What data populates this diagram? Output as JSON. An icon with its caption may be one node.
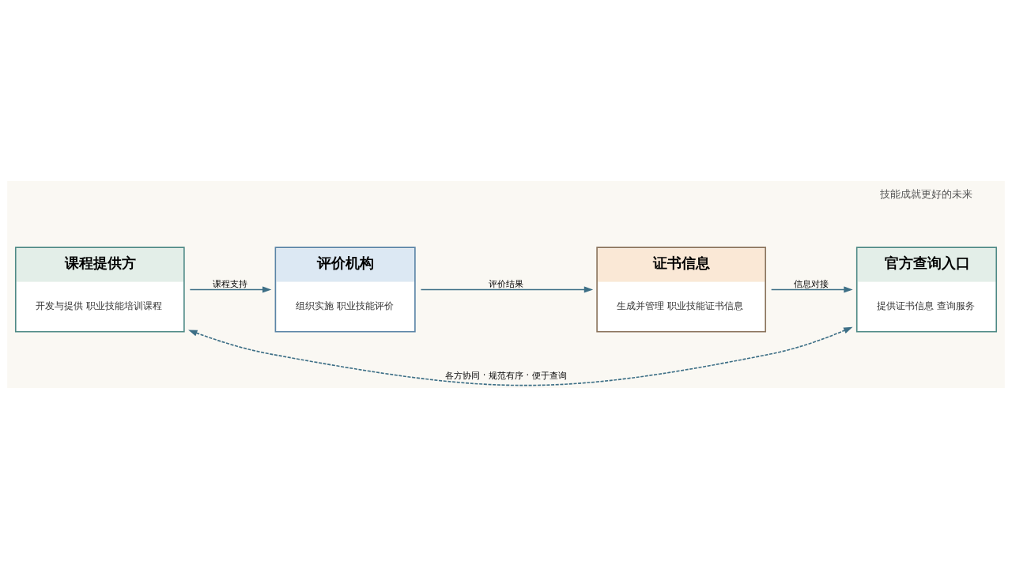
{
  "diagram": {
    "nodes": [
      {
        "text": [
          "课程提供方",
          "开发与提供 职业技能培训课程"
        ]
      },
      {
        "text": [
          "评价机构",
          "组织实施 职业技能评价"
        ]
      },
      {
        "text": [
          "证书信息",
          "生成并管理 职业技能证书信息"
        ]
      },
      {
        "text": [
          "官方查询入口",
          "提供证书信息 查询服务"
        ]
      }
    ],
    "edges": [
      {
        "from": 0,
        "to": 1,
        "arrow": "to",
        "label": "课程支持"
      },
      {
        "from": 1,
        "to": 2,
        "arrow": "to",
        "label": "评价结果"
      },
      {
        "from": 2,
        "to": 3,
        "arrow": "to",
        "label": "信息对接"
      },
      {
        "from": 0,
        "to": 3,
        "arrow": "both",
        "label": "各方协同 · 规范有序 · 便于查询",
        "style": "dashed"
      }
    ],
    "labels": [
      "技能成就更好的未来"
    ]
  }
}
